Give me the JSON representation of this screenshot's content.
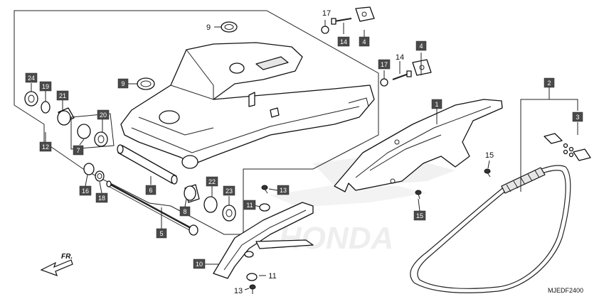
{
  "diagram": {
    "code": "MJEDF2400",
    "watermark": "HONDA",
    "front_label": "FR."
  },
  "callouts": [
    {
      "id": "c1",
      "text": "1",
      "boxed": true
    },
    {
      "id": "c2",
      "text": "2",
      "boxed": true
    },
    {
      "id": "c3",
      "text": "3",
      "boxed": true
    },
    {
      "id": "c4a",
      "text": "4",
      "boxed": true
    },
    {
      "id": "c4b",
      "text": "4",
      "boxed": true
    },
    {
      "id": "c5",
      "text": "5",
      "boxed": true
    },
    {
      "id": "c6",
      "text": "6",
      "boxed": true
    },
    {
      "id": "c7",
      "text": "7",
      "boxed": true
    },
    {
      "id": "c8",
      "text": "8",
      "boxed": true
    },
    {
      "id": "c9a",
      "text": "9",
      "boxed": false
    },
    {
      "id": "c9b",
      "text": "9",
      "boxed": true
    },
    {
      "id": "c10",
      "text": "10",
      "boxed": true
    },
    {
      "id": "c11a",
      "text": "11",
      "boxed": true
    },
    {
      "id": "c11b",
      "text": "11",
      "boxed": false
    },
    {
      "id": "c12",
      "text": "12",
      "boxed": true
    },
    {
      "id": "c13a",
      "text": "13",
      "boxed": true
    },
    {
      "id": "c13b",
      "text": "13",
      "boxed": false
    },
    {
      "id": "c14a",
      "text": "14",
      "boxed": true
    },
    {
      "id": "c14b",
      "text": "14",
      "boxed": false
    },
    {
      "id": "c15a",
      "text": "15",
      "boxed": false
    },
    {
      "id": "c15b",
      "text": "15",
      "boxed": true
    },
    {
      "id": "c16",
      "text": "16",
      "boxed": true
    },
    {
      "id": "c17a",
      "text": "17",
      "boxed": false
    },
    {
      "id": "c17b",
      "text": "17",
      "boxed": true
    },
    {
      "id": "c18",
      "text": "18",
      "boxed": true
    },
    {
      "id": "c19",
      "text": "19",
      "boxed": true
    },
    {
      "id": "c20",
      "text": "20",
      "boxed": true
    },
    {
      "id": "c21",
      "text": "21",
      "boxed": true
    },
    {
      "id": "c22",
      "text": "22",
      "boxed": true
    },
    {
      "id": "c23",
      "text": "23",
      "boxed": true
    },
    {
      "id": "c24",
      "text": "24",
      "boxed": true
    }
  ],
  "colors": {
    "ink": "#111111",
    "badge": "#4a4a4a",
    "badge_text": "#ffffff",
    "watermark": "#eeeeee"
  }
}
